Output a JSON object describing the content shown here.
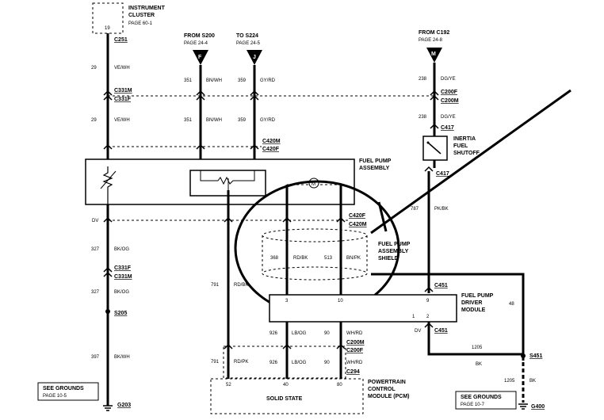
{
  "instrument_cluster": {
    "title": "INSTRUMENT CLUSTER",
    "page": "PAGE 60-1",
    "pin": "19",
    "connector": "C251"
  },
  "from_s200": {
    "title": "FROM S200",
    "page": "PAGE 24-4",
    "letter": "F"
  },
  "to_s224": {
    "title": "TO S224",
    "page": "PAGE 24-5",
    "letter": "J"
  },
  "from_c192": {
    "title": "FROM C192",
    "page": "PAGE 24-8",
    "letter": "M"
  },
  "wires": {
    "w29_top": {
      "num": "29",
      "color": "VE/WH"
    },
    "w29_mid": {
      "num": "29",
      "color": "VE/WH"
    },
    "w351_top": {
      "num": "351",
      "color": "BN/WH"
    },
    "w351_mid": {
      "num": "351",
      "color": "BN/WH"
    },
    "w359_top": {
      "num": "359",
      "color": "GY/RD"
    },
    "w359_mid": {
      "num": "359",
      "color": "GY/RD"
    },
    "w238_top": {
      "num": "238",
      "color": "DG/YE"
    },
    "w238_mid": {
      "num": "238",
      "color": "DG/YE"
    },
    "w787": {
      "num": "787",
      "color": "PK/BK"
    },
    "w327_a": {
      "num": "327",
      "color": "BK/OG"
    },
    "w327_b": {
      "num": "327",
      "color": "BK/OG"
    },
    "w397": {
      "num": "397",
      "color": "BK/WH"
    },
    "w791_a": {
      "num": "791",
      "color": "RD/BK"
    },
    "w791_b": {
      "num": "791",
      "color": "RD/PK"
    },
    "w368": {
      "num": "368",
      "color": "RD/BK"
    },
    "w513": {
      "num": "513",
      "color": "BN/PK"
    },
    "w926_a": {
      "num": "926",
      "color": "LB/OG"
    },
    "w926_b": {
      "num": "926",
      "color": "LB/OG"
    },
    "w90_a": {
      "num": "90",
      "color": "WH/RD"
    },
    "w90_b": {
      "num": "90",
      "color": "WH/RD"
    },
    "w1205_a": {
      "num": "1205",
      "color": "BK"
    },
    "w1205_b": {
      "num": "1205",
      "color": "BK"
    }
  },
  "connectors": {
    "c331m_top": "C331M",
    "c331f_top": "C331F",
    "c200f_top": "C200F",
    "c200m_top": "C200M",
    "c417_top": "C417",
    "c417_bot": "C417",
    "c420m_top": "C420M",
    "c420f_top": "C420F",
    "c420f_bot": "C420F",
    "c420m_bot": "C420M",
    "c331f_bot": "C331F",
    "c331m_bot": "C331M",
    "c451_top": "C451",
    "c451_bot": "C451",
    "c200m_bot": "C200M",
    "c200f_bot": "C200F",
    "c294": "C294",
    "s205": "S205",
    "s451": "S451",
    "g203": "G203",
    "g400": "G400"
  },
  "components": {
    "fuel_pump_assembly": "FUEL PUMP ASSEMBLY",
    "fuel_pump_shield": "FUEL PUMP ASSEMBLY SHIELD",
    "inertia_switch": "INERTIA FUEL SHUTOFF",
    "driver_module": "FUEL PUMP DRIVER MODULE",
    "pcm": "POWERTRAIN CONTROL MODULE (PCM)",
    "solid_state": "SOLID STATE",
    "pcm_pins": [
      "52",
      "40",
      "80"
    ],
    "module_pins": [
      "3",
      "10",
      "9",
      "1",
      "2"
    ],
    "module_48": "48",
    "motor_symbol": "M",
    "dv_left": "DV",
    "dv_right": "DV"
  },
  "grounds_left": {
    "title": "SEE GROUNDS",
    "page": "PAGE 10-5"
  },
  "grounds_right": {
    "title": "SEE GROUNDS",
    "page": "PAGE 10-7"
  }
}
